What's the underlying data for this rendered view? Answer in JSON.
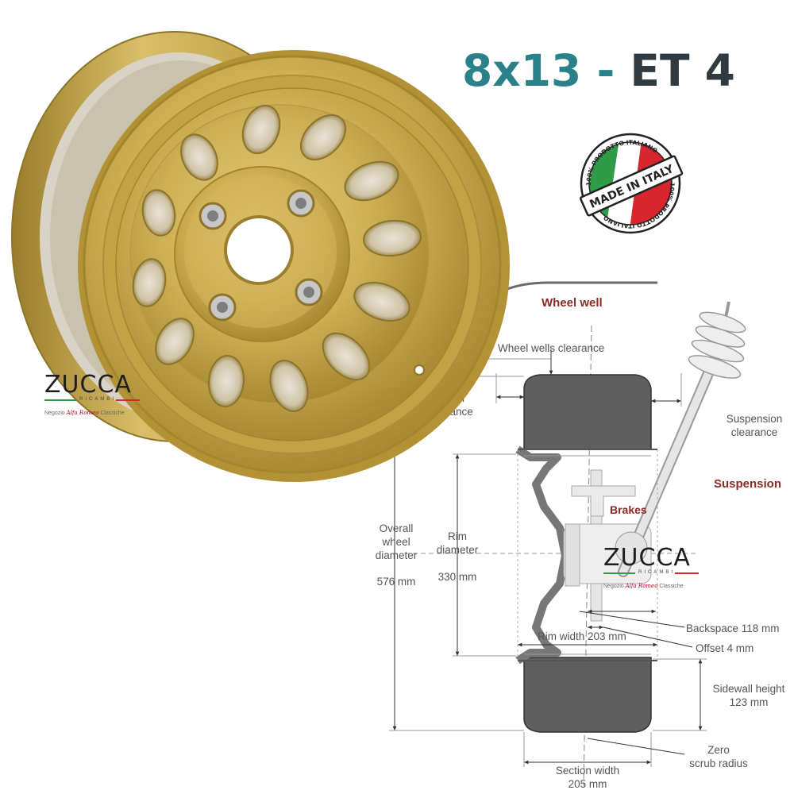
{
  "title": {
    "size": "8x13",
    "dash": " - ",
    "et": "ET 4"
  },
  "badge": {
    "made_in_italy": "MADE IN ITALY",
    "prodotto_italiano": "100% PRODOTTO ITALIANO"
  },
  "logo": {
    "name": "ZUCCA",
    "sub": "RICAMBI",
    "tag_prefix": "Negozio",
    "tag_brand": "Alfa Romeo",
    "tag_suffix": "Classiche"
  },
  "diagram": {
    "wheel_well": "Wheel well",
    "wheel_wells_clearance": "Wheel wells clearance",
    "partial_label_1": "r",
    "partial_label_2": "rance",
    "suspension_clearance_1": "Suspension",
    "suspension_clearance_2": "clearance",
    "suspension": "Suspension",
    "brakes": "Brakes",
    "overall_1": "Overall",
    "overall_2": "wheel",
    "overall_3": "diameter",
    "overall_value": "576 mm",
    "rim_1": "Rim",
    "rim_2": "diameter",
    "rim_value": "330 mm",
    "rim_width": "Rim width 203 mm",
    "backspace": "Backspace 118 mm",
    "offset": "Offset 4 mm",
    "sidewall_1": "Sidewall height",
    "sidewall_2": "123 mm",
    "zero_1": "Zero",
    "zero_2": "scrub radius",
    "section_1": "Section width",
    "section_2": "205 mm"
  },
  "colors": {
    "gold": "#c9a94a",
    "gold_dark": "#a3852c",
    "teal": "#2a8189",
    "dark": "#2f3a41",
    "accent_red": "#8a2b24",
    "tire": "#5f5f5f"
  }
}
